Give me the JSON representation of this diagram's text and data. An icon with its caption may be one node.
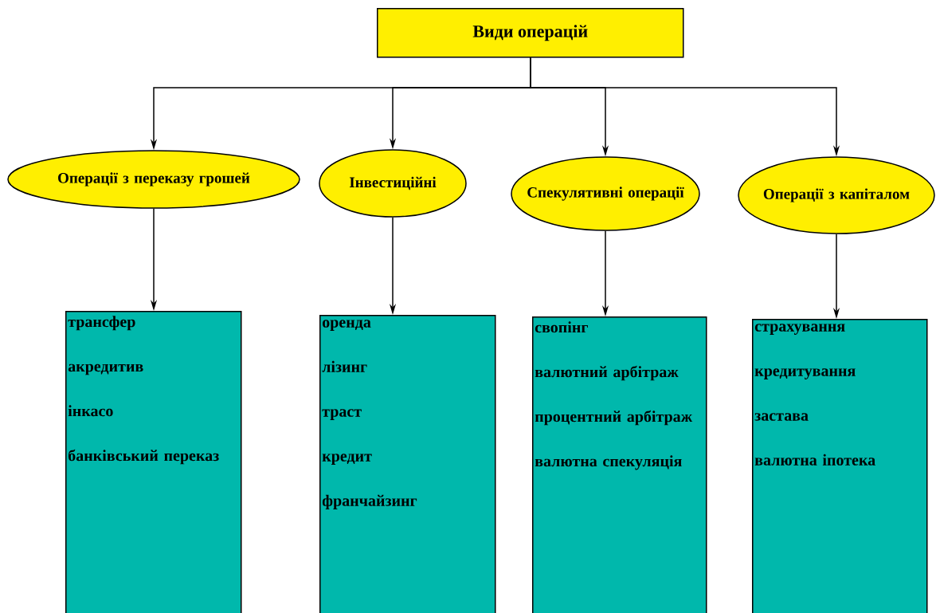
{
  "diagram": {
    "nodes": [
      {
        "text": [
          "Види операцій"
        ]
      },
      {
        "text": [
          "Операції з переказу грошей"
        ]
      },
      {
        "text": [
          "Інвестиційні"
        ]
      },
      {
        "text": [
          "Спекулятивні операції"
        ]
      },
      {
        "text": [
          "Операції з капіталом"
        ]
      },
      {
        "text": [
          "трансфер",
          "акредитив",
          "інкасо",
          "банківський переказ"
        ]
      },
      {
        "text": [
          "оренда",
          "лізинг",
          "траст",
          "кредит",
          "франчайзинг"
        ]
      },
      {
        "text": [
          "свопінг",
          "валютний арбітраж",
          "процентний арбітраж",
          "валютна спекуляція"
        ]
      },
      {
        "text": [
          "страхування",
          "кредитування",
          "застава",
          "валютна іпотека"
        ]
      }
    ],
    "edges": [
      {
        "from": 0,
        "to": 1,
        "arrow": "to"
      },
      {
        "from": 0,
        "to": 2,
        "arrow": "to"
      },
      {
        "from": 0,
        "to": 3,
        "arrow": "to"
      },
      {
        "from": 0,
        "to": 4,
        "arrow": "to"
      },
      {
        "from": 1,
        "to": 5,
        "arrow": "to"
      },
      {
        "from": 2,
        "to": 6,
        "arrow": "to"
      },
      {
        "from": 3,
        "to": 7,
        "arrow": "to"
      },
      {
        "from": 4,
        "to": 8,
        "arrow": "to"
      }
    ]
  }
}
